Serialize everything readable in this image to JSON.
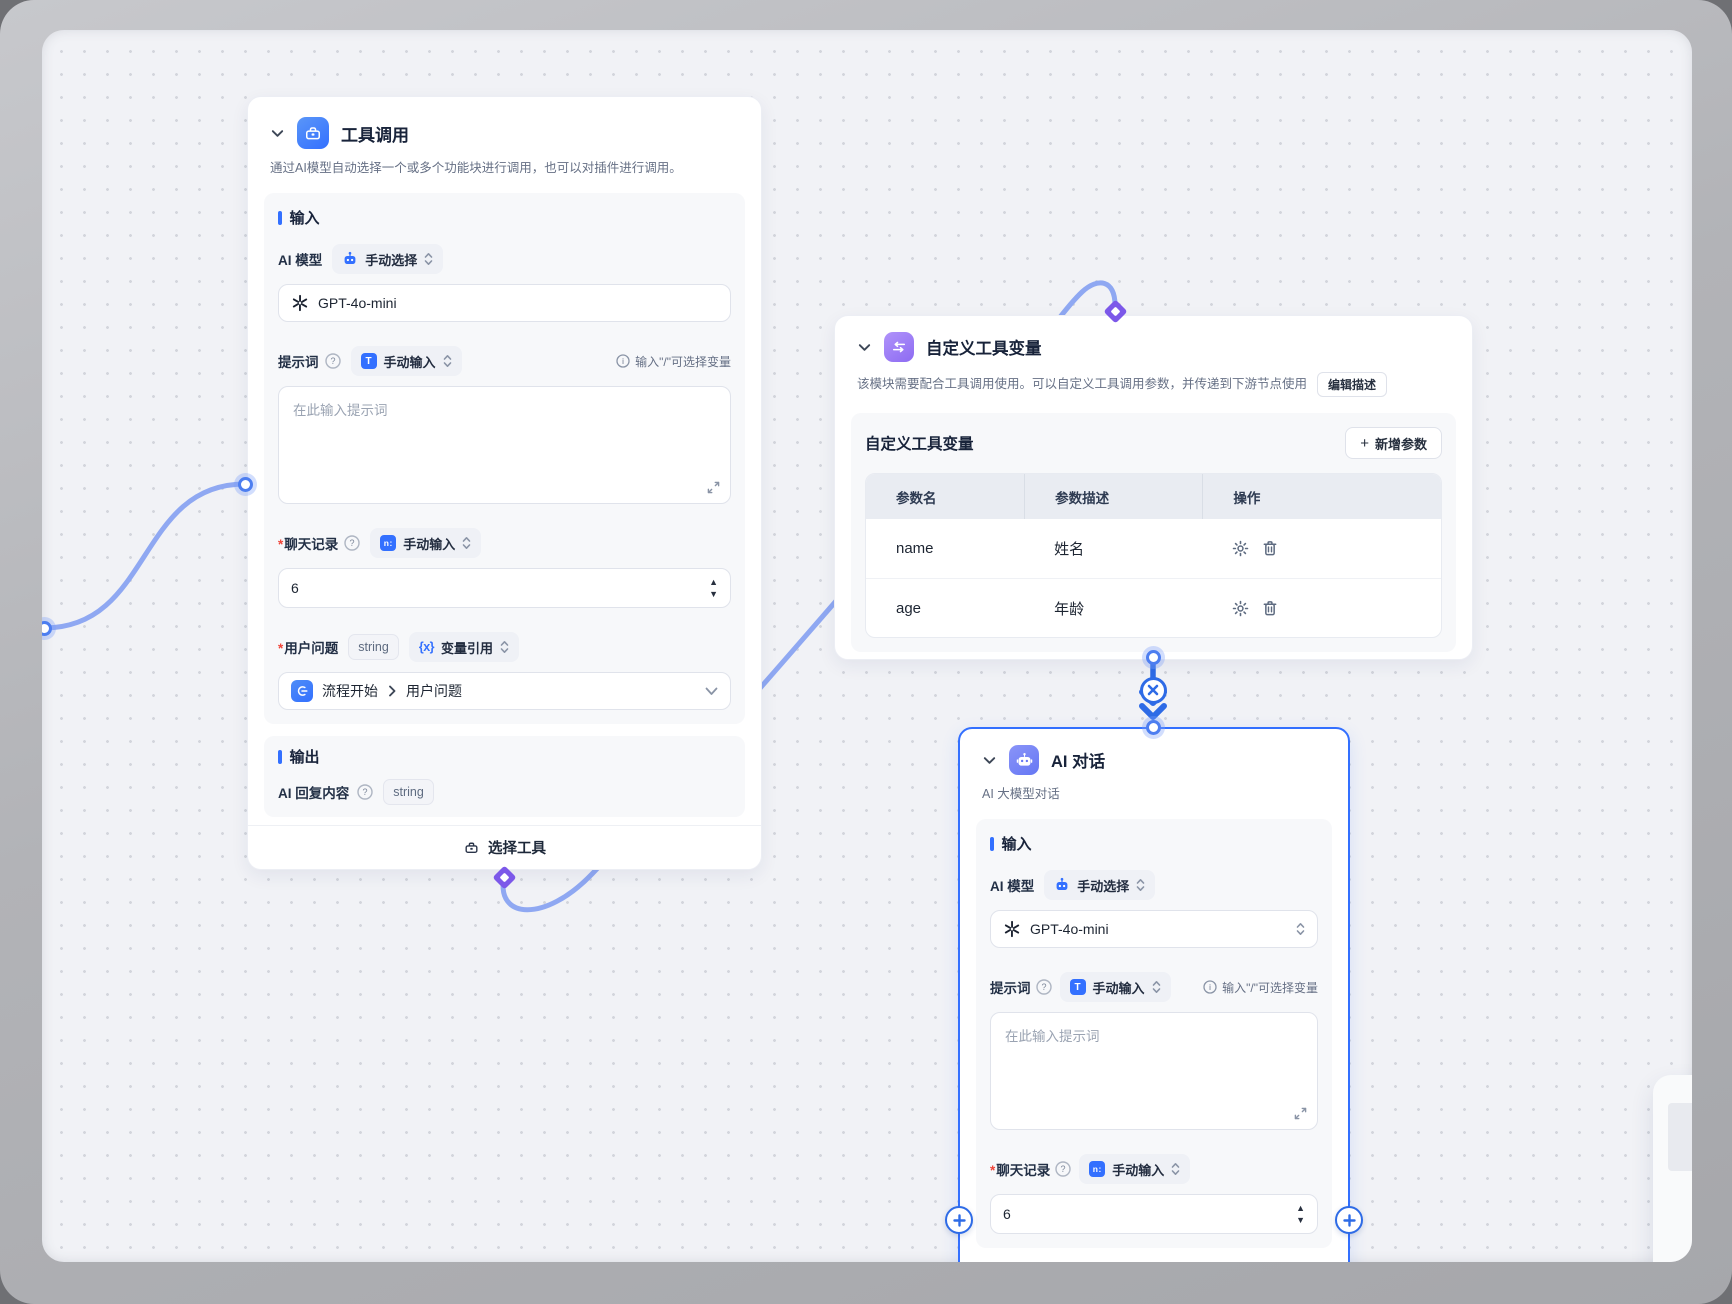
{
  "colors": {
    "accent": "#3370FF",
    "edge_light": "#8FA8F2",
    "edge_strong": "#2E6BE6",
    "diamond_purple": "#7C58E9",
    "canvas_bg": "#F1F2F6"
  },
  "nodes": {
    "tool_call": {
      "icon": "briefcase-icon",
      "title": "工具调用",
      "description": "通过AI模型自动选择一个或多个功能块进行调用，也可以对插件进行调用。",
      "input_section": {
        "heading": "输入",
        "model_label": "AI 模型",
        "model_mode": "手动选择",
        "model_icon": "robot-icon",
        "model_value": "GPT-4o-mini",
        "model_value_icon": "openai-icon",
        "prompt_label": "提示词",
        "prompt_mode": "手动输入",
        "prompt_mode_icon": "text-input-icon",
        "prompt_hint": "输入\"/\"可选择变量",
        "prompt_placeholder": "在此输入提示词",
        "history_label": "聊天记录",
        "history_mode": "手动输入",
        "history_mode_icon": "number-input-icon",
        "history_value": "6",
        "question_label": "用户问题",
        "question_type": "string",
        "question_mode": "变量引用",
        "question_mode_icon": "variable-icon",
        "question_ref_source": "流程开始",
        "question_ref_source_icon": "flow-start-icon",
        "question_ref_field": "用户问题"
      },
      "output_section": {
        "heading": "输出",
        "reply_label": "AI 回复内容",
        "reply_type": "string"
      },
      "footer": {
        "select_tool_label": "选择工具",
        "icon": "briefcase-outline-icon"
      }
    },
    "custom_vars": {
      "icon": "swap-sliders-icon",
      "title": "自定义工具变量",
      "description": "该模块需要配合工具调用使用。可以自定义工具调用参数，并传递到下游节点使用",
      "edit_desc_button": "编辑描述",
      "panel": {
        "heading": "自定义工具变量",
        "add_param_button": "新增参数",
        "table": {
          "headers": [
            "参数名",
            "参数描述",
            "操作"
          ],
          "rows": [
            {
              "name": "name",
              "desc": "姓名"
            },
            {
              "name": "age",
              "desc": "年龄"
            }
          ],
          "row_action_icons": [
            "gear-icon",
            "trash-icon"
          ]
        }
      }
    },
    "ai_chat": {
      "icon": "robot-face-icon",
      "title": "AI 对话",
      "description": "AI 大模型对话",
      "input_section": {
        "heading": "输入",
        "model_label": "AI 模型",
        "model_mode": "手动选择",
        "model_icon": "robot-icon",
        "model_value": "GPT-4o-mini",
        "model_value_icon": "openai-icon",
        "prompt_label": "提示词",
        "prompt_mode": "手动输入",
        "prompt_mode_icon": "text-input-icon",
        "prompt_hint": "输入\"/\"可选择变量",
        "prompt_placeholder": "在此输入提示词",
        "history_label": "聊天记录",
        "history_mode": "手动输入",
        "history_mode_icon": "number-input-icon",
        "history_value": "6"
      }
    }
  }
}
